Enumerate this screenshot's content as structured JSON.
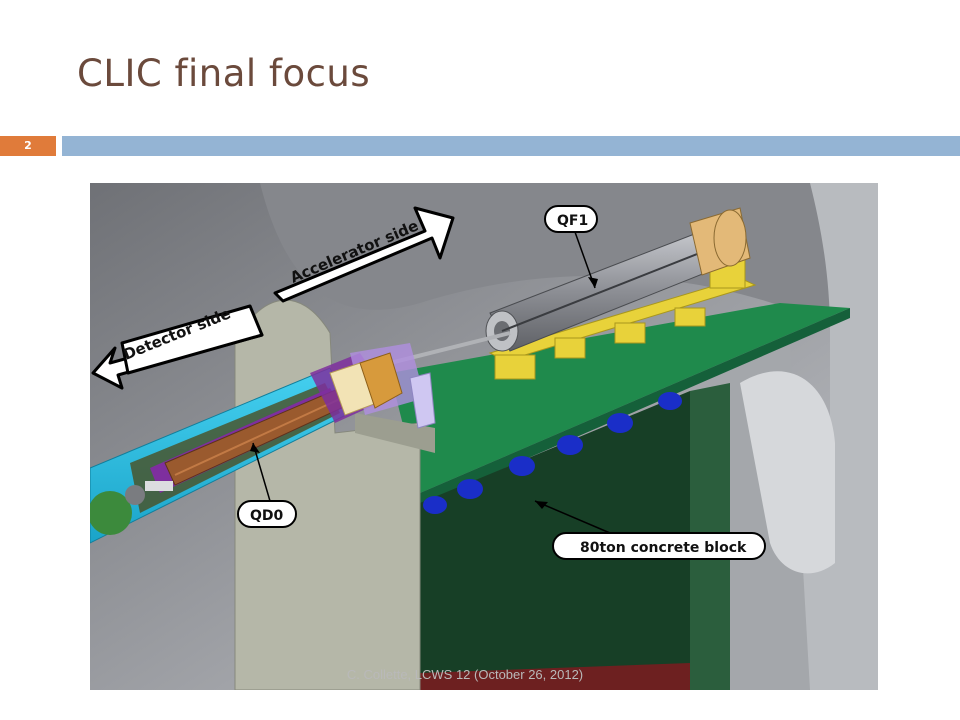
{
  "slide": {
    "title": "CLIC final focus",
    "number": "2",
    "footer": "C. Collette, LCWS 12  (October 26, 2012)"
  },
  "figure": {
    "labels": {
      "accelerator_side": "Accelerator side",
      "detector_side": "Detector side",
      "qf1": "QF1",
      "qd0": "QD0",
      "concrete_block": "80ton concrete block"
    }
  },
  "colors": {
    "title": "#6b4a3c",
    "number_box": "#e07b3a",
    "title_bar": "#94b4d4",
    "support_green": "#1f8a4c",
    "yellow_supports": "#e8d23a",
    "cyan_tube": "#27c0e6",
    "purple_magnet": "#7e2f9e",
    "copper": "#9a5a2e",
    "blue_pads": "#1a2ec8"
  }
}
